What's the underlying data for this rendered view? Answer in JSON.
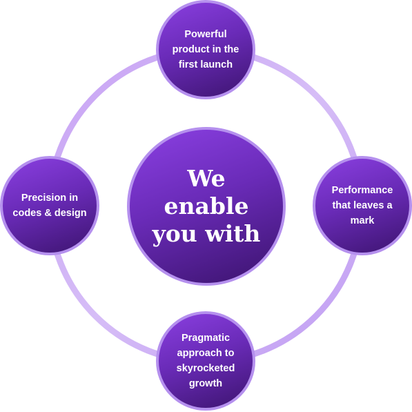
{
  "colors": {
    "ring": "#c9a8f5",
    "node_fill_light": "#8a3fe0",
    "node_fill_dark": "#3d1470",
    "node_border": "#b590ee",
    "text": "#ffffff"
  },
  "center": {
    "label": "We enable you with"
  },
  "nodes": {
    "top": "Powerful product in the first launch",
    "right": "Performance that leaves a mark",
    "bottom": "Pragmatic approach to skyrocketed growth",
    "left": "Precision in codes & design"
  }
}
